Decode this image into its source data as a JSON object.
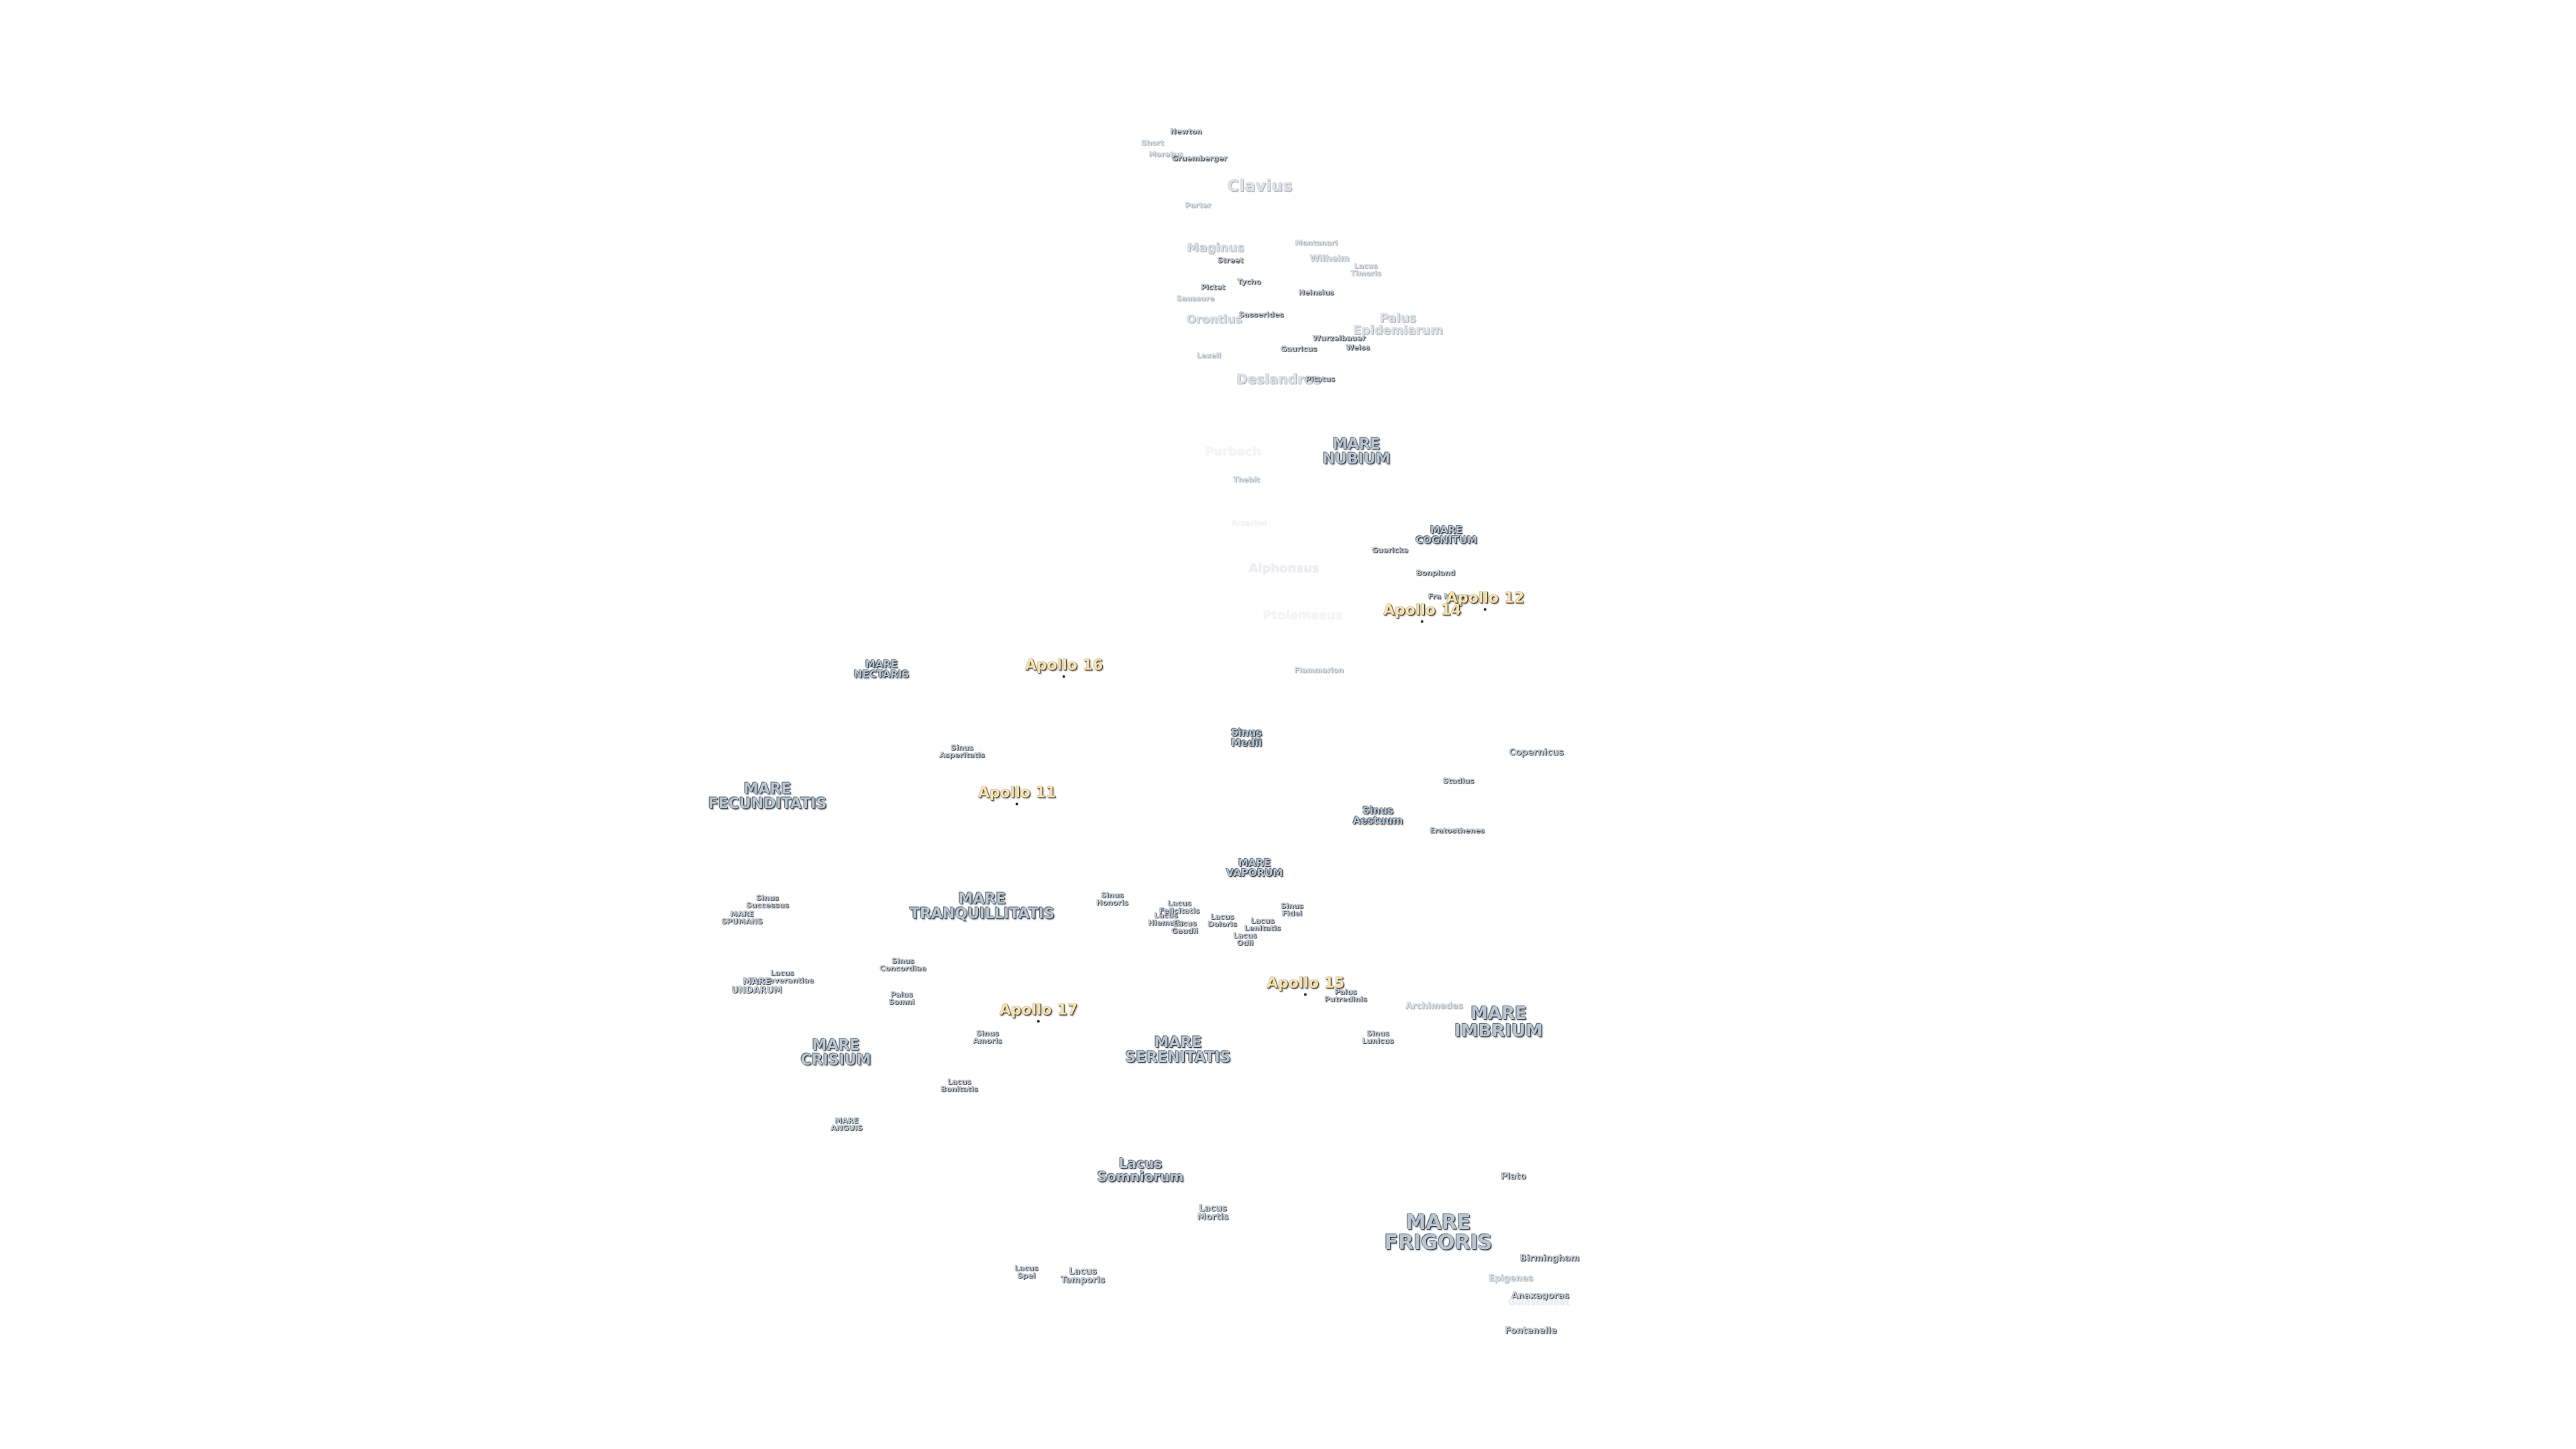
{
  "mare": {
    "nubium": [
      "MARE",
      "NUBIUM"
    ],
    "cognitum": [
      "MARE",
      "COGNITUM"
    ],
    "nectaris": [
      "MARE",
      "NECTARIS"
    ],
    "fecunditatis": [
      "MARE",
      "FECUNDITATIS"
    ],
    "vaporum": [
      "MARE",
      "VAPORUM"
    ],
    "tranquillitatis": [
      "MARE",
      "TRANQUILLITATIS"
    ],
    "spumans": [
      "MARE",
      "SPUMANS"
    ],
    "undarum": [
      "MARE",
      "UNDARUM"
    ],
    "crisium": [
      "MARE",
      "CRISIUM"
    ],
    "serenitatis": [
      "MARE",
      "SERENITATIS"
    ],
    "imbrium": [
      "MARE",
      "IMBRIUM"
    ],
    "anguis": [
      "MARE",
      "ANGUIS"
    ],
    "frigoris": [
      "MARE",
      "FRIGORIS"
    ]
  },
  "features": {
    "sinus_medii": [
      "Sinus",
      "Medii"
    ],
    "sinus_aestuum": [
      "Sinus",
      "Aestuum"
    ],
    "sinus_asperitatis": [
      "Sinus",
      "Asperitatis"
    ],
    "sinus_successus": [
      "Sinus",
      "Successus"
    ],
    "sinus_concordiae": [
      "Sinus",
      "Concordiae"
    ],
    "sinus_honoris": [
      "Sinus",
      "Honoris"
    ],
    "sinus_amoris": [
      "Sinus",
      "Amoris"
    ],
    "sinus_fidei": [
      "Sinus",
      "Fidei"
    ],
    "sinus_lunicus": [
      "Sinus",
      "Lunicus"
    ],
    "lacus_somniorum": [
      "Lacus",
      "Somniorum"
    ],
    "lacus_mortis": [
      "Lacus",
      "Mortis"
    ],
    "lacus_spei": [
      "Lacus",
      "Spei"
    ],
    "lacus_temporis": [
      "Lacus",
      "Temporis"
    ],
    "lacus_bonitatis": [
      "Lacus",
      "Bonitatis"
    ],
    "lacus_perseverantiae": [
      "Lacus",
      "Perseverantiae"
    ],
    "lacus_doloris": [
      "Lacus",
      "Doloris"
    ],
    "lacus_odii": [
      "Lacus",
      "Odii"
    ],
    "lacus_felicitatis": [
      "Lacus",
      "Felicitatis"
    ],
    "lacus_gaudii": [
      "Lacus",
      "Gaudii"
    ],
    "lacus_hiemalis": [
      "Lacus",
      "Hiemalis"
    ],
    "lacus_lenitatis": [
      "Lacus",
      "Lenitatis"
    ],
    "lacus_timoris": [
      "Lacus",
      "Timoris"
    ],
    "palus_somni": [
      "Palus",
      "Somni"
    ],
    "palus_putredinis": [
      "Palus",
      "Putredinis"
    ],
    "palus_epidemiarum": [
      "Palus",
      "Epidemiarum"
    ]
  },
  "craters": {
    "newton": "Newton",
    "short": "Short",
    "moretus": "Moretus",
    "gruemberger": "Gruemberger",
    "clavius": "Clavius",
    "porter": "Porter",
    "maginus": "Maginus",
    "street": "Street",
    "montanari": "Montanari",
    "wilhelm": "Wilhelm",
    "tycho": "Tycho",
    "pictet": "Pictet",
    "sasserides": "Sasserides",
    "heinsius": "Heinsius",
    "saussure": "Saussure",
    "orontius": "Orontius",
    "wurzelbauer": "Wurzelbauer",
    "gauricus": "Gauricus",
    "weiss": "Weiss",
    "lexell": "Lexell",
    "deslandres": "Deslandres",
    "pitatus": "Pitatus",
    "purbach": "Purbach",
    "thebit": "Thebit",
    "arzachel": "Arzachel",
    "guericke": "Guericke",
    "bonpland": "Bonpland",
    "alphonsus": "Alphonsus",
    "fra_mauro": "Fra Mauro",
    "ptolemaeus": "Ptolemaeus",
    "flammarion": "Flammarion",
    "copernicus": "Copernicus",
    "stadius": "Stadius",
    "eratosthenes": "Eratosthenes",
    "archimedes": "Archimedes",
    "plato": "Plato",
    "birmingham": "Birmingham",
    "epigenes": "Epigenes",
    "anaxagoras": "Anaxagoras",
    "goldschmidt": "Goldschmidt",
    "fontenelle": "Fontenelle"
  },
  "apollo": {
    "a11": "Apollo 11",
    "a12": "Apollo 12",
    "a14": "Apollo 14",
    "a15": "Apollo 15",
    "a16": "Apollo 16",
    "a17": "Apollo 17"
  }
}
